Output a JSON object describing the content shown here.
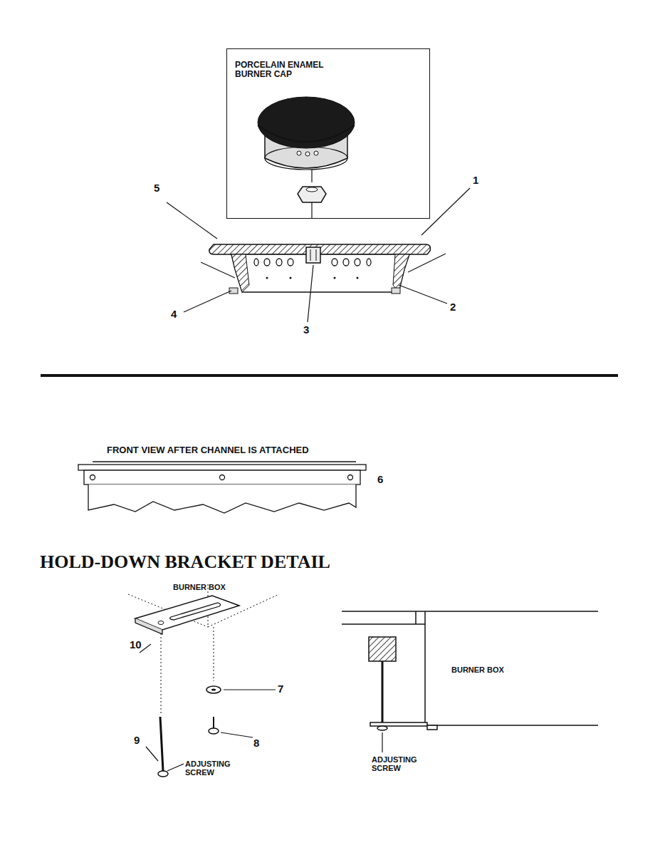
{
  "diagram": {
    "nodes": [
      {
        "text": [
          "PORCELAIN ENAMEL BURNER CAP"
        ]
      }
    ],
    "labels": [
      "1",
      "2",
      "3",
      "4",
      "5",
      "FRONT VIEW AFTER CHANNEL IS ATTACHED",
      "6",
      "HOLD-DOWN BRACKET DETAIL",
      "BURNER BOX",
      "10",
      "7",
      "8",
      "9",
      "ADJUSTING SCREW",
      "BURNER BOX",
      "ADJUSTING SCREW"
    ]
  }
}
